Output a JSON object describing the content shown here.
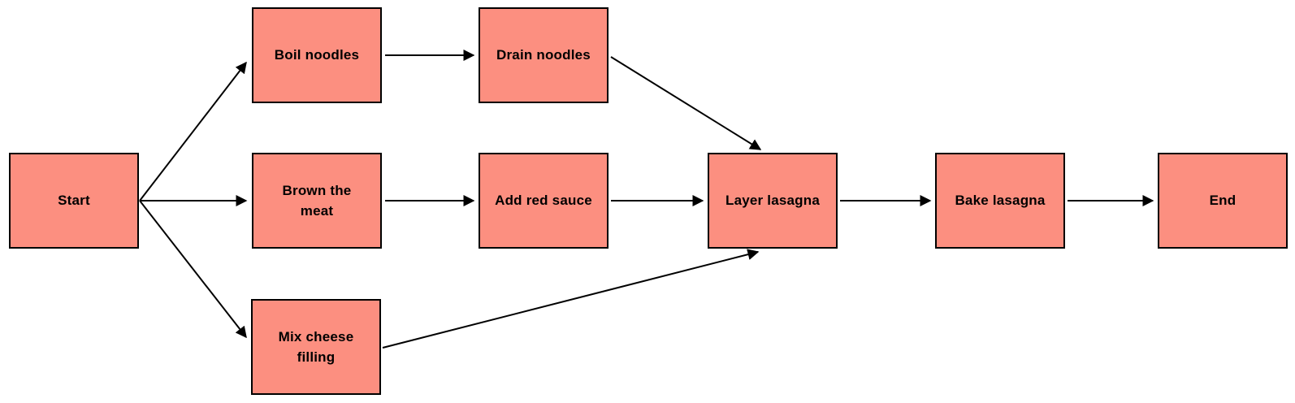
{
  "diagram": {
    "type": "flowchart",
    "direction": "left-to-right",
    "colors": {
      "node_fill": "#FC8F80",
      "node_border": "#000000",
      "edge": "#000000",
      "background": "#FFFFFF",
      "label_text": "#000000"
    },
    "nodes": [
      {
        "id": "start",
        "label": "Start"
      },
      {
        "id": "boil",
        "label": "Boil noodles"
      },
      {
        "id": "drain",
        "label": "Drain noodles"
      },
      {
        "id": "brown",
        "label": "Brown the meat"
      },
      {
        "id": "sauce",
        "label": "Add red sauce"
      },
      {
        "id": "mix",
        "label": "Mix cheese filling"
      },
      {
        "id": "layer",
        "label": "Layer lasagna"
      },
      {
        "id": "bake",
        "label": "Bake lasagna"
      },
      {
        "id": "end",
        "label": "End"
      }
    ],
    "edges": [
      {
        "from": "start",
        "to": "boil"
      },
      {
        "from": "start",
        "to": "brown"
      },
      {
        "from": "start",
        "to": "mix"
      },
      {
        "from": "boil",
        "to": "drain"
      },
      {
        "from": "drain",
        "to": "layer"
      },
      {
        "from": "brown",
        "to": "sauce"
      },
      {
        "from": "sauce",
        "to": "layer"
      },
      {
        "from": "mix",
        "to": "layer"
      },
      {
        "from": "layer",
        "to": "bake"
      },
      {
        "from": "bake",
        "to": "end"
      }
    ]
  }
}
